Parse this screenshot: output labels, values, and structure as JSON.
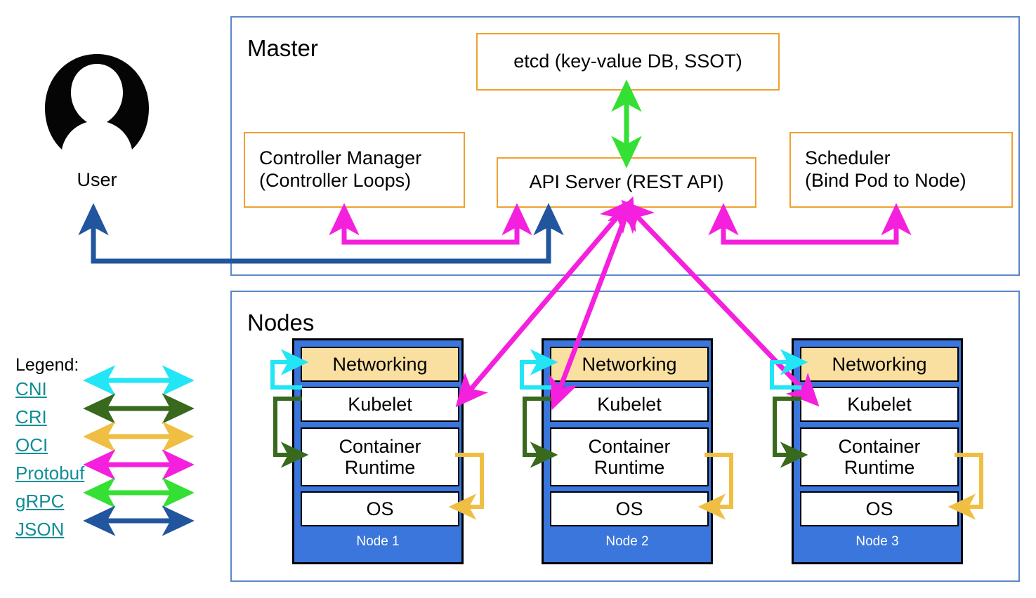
{
  "diagram": {
    "title_master": "Master",
    "title_nodes": "Nodes"
  },
  "user": {
    "label": "User",
    "icon": "user-avatar-icon"
  },
  "master": {
    "label": "Master",
    "components": [
      {
        "id": "etcd",
        "label": "etcd (key-value DB, SSOT)"
      },
      {
        "id": "controller-manager",
        "label": "Controller Manager\n(Controller Loops)"
      },
      {
        "id": "api-server",
        "label": "API Server (REST API)"
      },
      {
        "id": "scheduler",
        "label": "Scheduler\n(Bind Pod to Node)"
      }
    ]
  },
  "nodes": {
    "label": "Nodes",
    "layer_labels": {
      "networking": "Networking",
      "kubelet": "Kubelet",
      "container_runtime": "Container\nRuntime",
      "os": "OS"
    },
    "items": [
      {
        "name": "Node 1"
      },
      {
        "name": "Node 2"
      },
      {
        "name": "Node 3"
      }
    ]
  },
  "legend": {
    "title": "Legend:",
    "entries": [
      {
        "label": "CNI",
        "color": "#22E5F5"
      },
      {
        "label": "CRI",
        "color": "#38691C"
      },
      {
        "label": "OCI",
        "color": "#F0BE43"
      },
      {
        "label": "Protobuf",
        "color": "#F520DD"
      },
      {
        "label": "gRPC",
        "color": "#33E033"
      },
      {
        "label": "JSON",
        "color": "#21559E"
      }
    ]
  },
  "colors": {
    "group_border": "#5B87C7",
    "master_box_border": "#F0A030",
    "node_fill": "#3A76DB",
    "networking_fill": "#FAE0A0",
    "legend_link": "#0E8E96",
    "protobuf": "#F520DD",
    "grpc": "#33E033",
    "json": "#21559E",
    "cni": "#22E5F5",
    "cri": "#38691C",
    "oci": "#F0BE43"
  }
}
